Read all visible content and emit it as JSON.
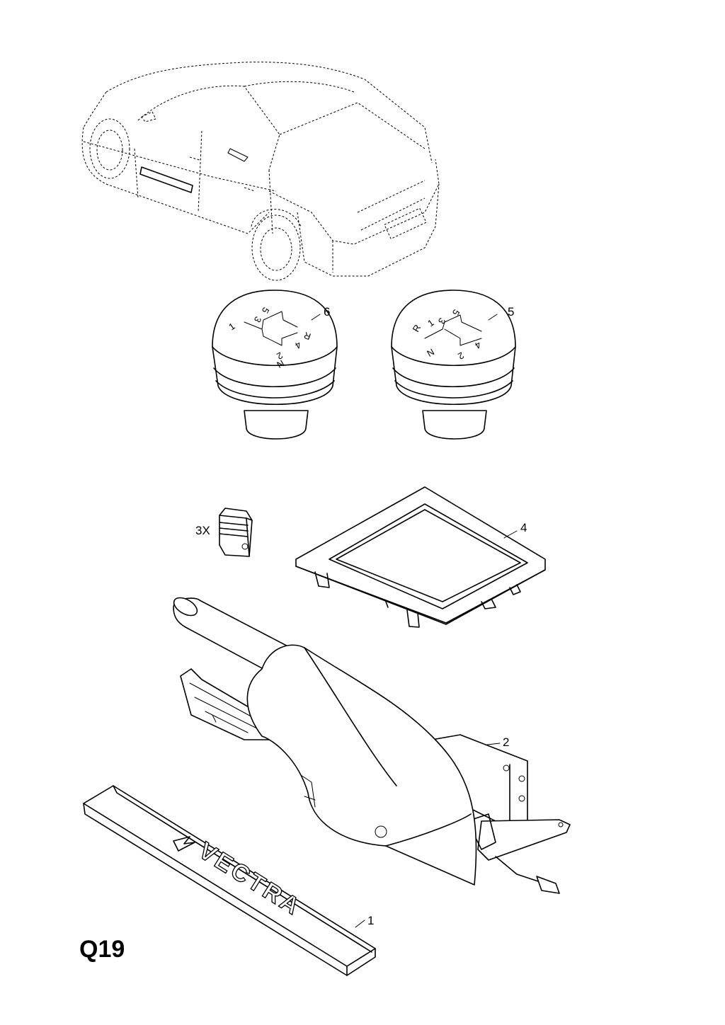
{
  "sheet": {
    "id": "Q19"
  },
  "callouts": {
    "p1": "1",
    "p2": "2",
    "p4": "4",
    "p5": "5",
    "p6": "6",
    "p3_qty": "3X"
  },
  "sill_plate": {
    "brand_text": "VECTRA"
  },
  "shift_knob_6": {
    "gears": [
      "1",
      "3",
      "5",
      "R",
      "2",
      "4",
      "N"
    ]
  },
  "shift_knob_5": {
    "gears": [
      "1",
      "3",
      "5",
      "R",
      "2",
      "4",
      "N"
    ]
  }
}
